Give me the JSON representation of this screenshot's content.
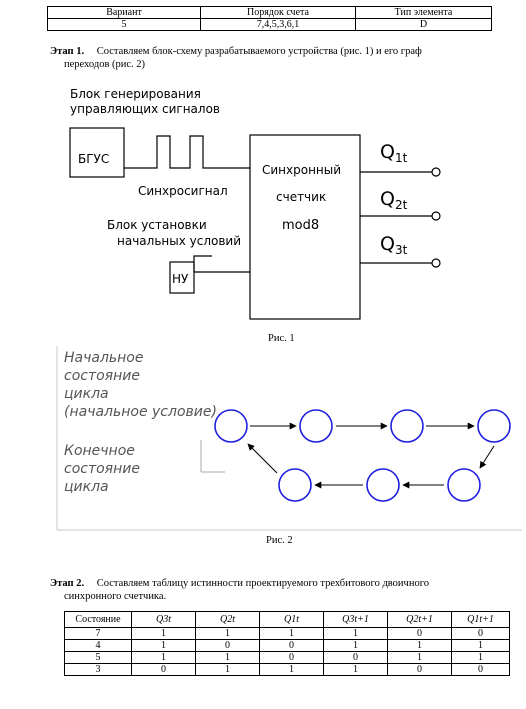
{
  "variant_table": {
    "headers": [
      "Вариант",
      "Порядок счета",
      "Тип элемента"
    ],
    "row": [
      "5",
      "7,4,5,3,6,1",
      "D"
    ]
  },
  "stage1": {
    "label": "Этап 1.",
    "text_line1": "Составляем блок-схему разрабатываемого устройства (рис. 1) и его граф",
    "text_line2": "переходов (рис. 2)"
  },
  "fig1": {
    "bgus_caption_line1": "Блок генерирования",
    "bgus_caption_line2": "управляющих сигналов",
    "bgus_label": "БГУС",
    "sync_signal_label": "Синхросигнал",
    "nu_caption_line1": "Блок установки",
    "nu_caption_line2": "начальных условий",
    "nu_label": "НУ",
    "counter_line1": "Синхронный",
    "counter_line2": "счетчик",
    "counter_line3": "mod8",
    "outputs": [
      {
        "q": "Q",
        "sub": "1t"
      },
      {
        "q": "Q",
        "sub": "2t"
      },
      {
        "q": "Q",
        "sub": "3t"
      }
    ],
    "caption": "Рис. 1"
  },
  "fig2": {
    "start_label_line1": "Начальное",
    "start_label_line2": "состояние",
    "start_label_line3": "цикла",
    "start_label_line4": "(начальное условие)",
    "end_label_line1": "Конечное",
    "end_label_line2": "состояние",
    "end_label_line3": "цикла",
    "caption": "Рис. 2"
  },
  "stage2": {
    "label": "Этап 2.",
    "text_line1": "Составляем таблицу истинности проектируемого трехбитового двоичного",
    "text_line2": "синхронного счетчика."
  },
  "truth_table": {
    "headers": [
      "Состояние",
      "Q3t",
      "Q2t",
      "Q1t",
      "Q3t+1",
      "Q2t+1",
      "Q1t+1"
    ],
    "rows": [
      [
        "7",
        "1",
        "1",
        "1",
        "1",
        "0",
        "0"
      ],
      [
        "4",
        "1",
        "0",
        "0",
        "1",
        "1",
        "1"
      ],
      [
        "5",
        "1",
        "1",
        "0",
        "0",
        "1",
        "1"
      ],
      [
        "3",
        "0",
        "1",
        "1",
        "1",
        "0",
        "0"
      ]
    ]
  },
  "colors": {
    "state_circle": "#1f1fe0",
    "frame_gray": "#c8c8c8",
    "axis_gray": "#aaaaaa"
  }
}
